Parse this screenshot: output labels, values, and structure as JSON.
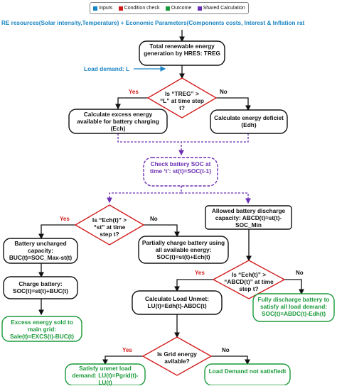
{
  "legend": {
    "items": [
      {
        "label": "Inputs",
        "color": "#1a85c4"
      },
      {
        "label": "Condition check",
        "color": "#d21b1b"
      },
      {
        "label": "Outcome",
        "color": "#1a9a3a"
      },
      {
        "label": "Shared Calculation",
        "color": "#6b2fb3"
      }
    ]
  },
  "inputs": {
    "resources": "RE resources(Solar intensity,Temperature) + Economic Parameters(Components costs, Interest & Inflation rat",
    "load": "Load demand: L"
  },
  "nodes": {
    "treg": "Total renewable energy generation by HRES: TREG",
    "cond1": "Is “TREG” > “L” at time step t?",
    "excess": "Calculate excess energy available for battery charging (Ech)",
    "deficit": "Calculate energy deficiet (Edh)",
    "check_soc": "Check battery SOC at time ‘t’: st(t)=SOC(t-1)",
    "cond2": "Is “Ech(t)” > “st” at time step t?",
    "allowed": "Allowed battery discharge capacity: ABCD(t)=st(t)-SOC_Min",
    "uncharged": "Battery uncharged capacity: BUC(t)=SOC_Max-st(t)",
    "partial": "Partially charge battery using all available energy: SOC(t)=st(t)+Ech(t)",
    "cond3": "Is “Ech(t)” > “ABCD(t)” at time step t?",
    "charge": "Charge battery: SOC(t)=st(t)+BUC(t)",
    "unmet": "Calculate Load Unmet: LU(t)=Edh(t)-ABDC(t)",
    "fully": "Fully discharge battery to satisfy all load demand: SOC(t)=ABDC(t)-Edh(t)",
    "excess_sold": "Excess energy sold to main grid: Sale(t)=EXCS(t)-BUC(t)",
    "cond4": "Is Grid energy avilable?",
    "satisfy": "Satisfy unmet load demand: LU(t)=Pgrid(t)-LU(t)",
    "not_satisfied": "Load Demand not satisfiedt"
  },
  "branch": {
    "yes": "Yes",
    "no": "No"
  }
}
